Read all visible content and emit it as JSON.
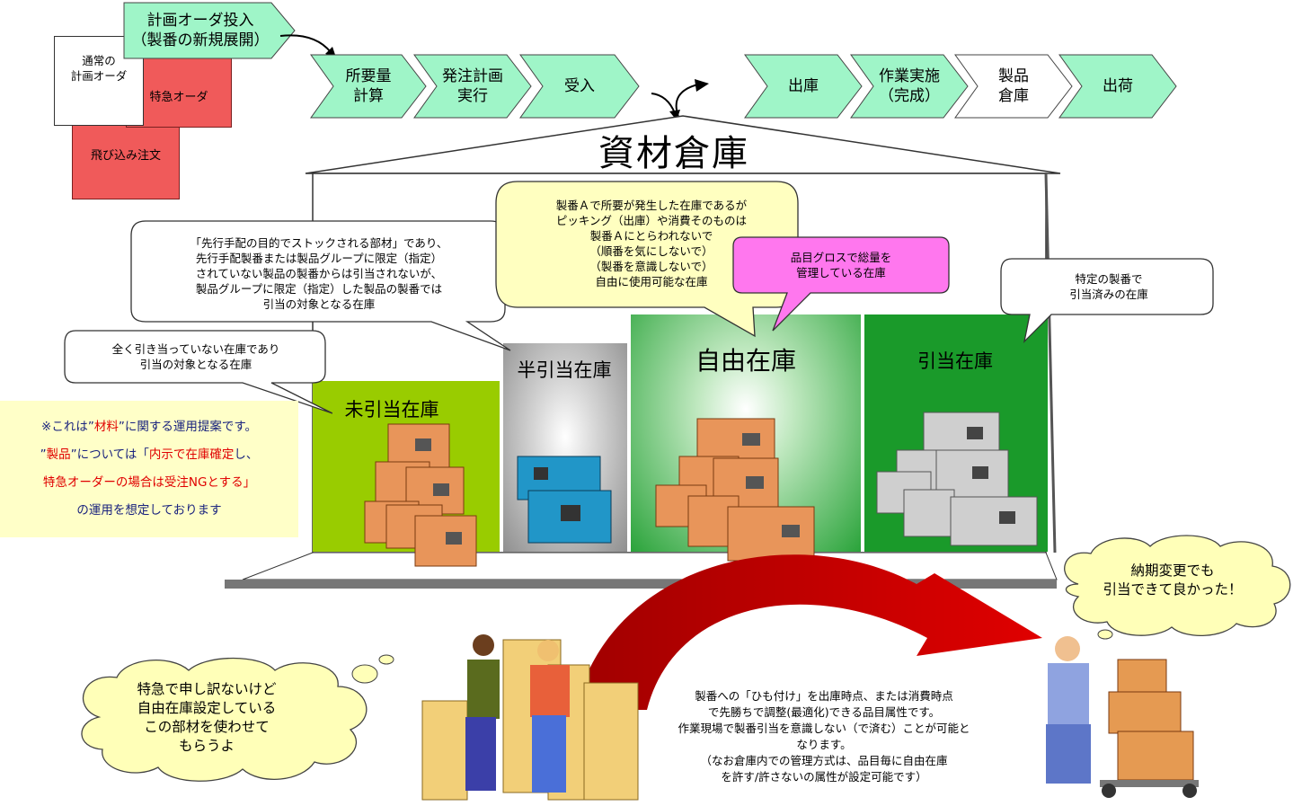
{
  "flow_top": {
    "plan_order": "計画オーダ投入\n（製番の新規展開）",
    "steps_left": [
      "所要量\n計算",
      "発注計画\n実行",
      "受入"
    ],
    "steps_right": [
      {
        "label": "出庫",
        "style": "green"
      },
      {
        "label": "作業実施\n（完成）",
        "style": "green"
      },
      {
        "label": "製品\n倉庫",
        "style": "white"
      },
      {
        "label": "出荷",
        "style": "green"
      }
    ]
  },
  "notes": {
    "normal_plan": "通常の\n計画オーダ",
    "urgent": "特急オーダ",
    "rush_order": "飛び込み注文"
  },
  "warehouse": {
    "title": "資材倉庫",
    "zones": {
      "unallocated": "未引当在庫",
      "semi_allocated": "半引当在庫",
      "free": "自由在庫",
      "allocated": "引当在庫"
    }
  },
  "callouts": {
    "semi": "「先行手配の目的でストックされる部材」であり、\n先行手配製番または製品グループに限定（指定）\nされていない製品の製番からは引当されないが、\n製品グループに限定（指定）した製品の製番では\n引当の対象となる在庫",
    "free_yellow": "製番Ａで所要が発生した在庫であるが\nピッキング（出庫）や消費そのものは\n製番Ａにとらわれないで\n（順番を気にしないで）\n（製番を意識しないで）\n自由に使用可能な在庫",
    "free_pink": "品目グロスで総量を\n管理している在庫",
    "allocated": "特定の製番で\n引当済みの在庫",
    "unallocated": "全く引き当っていない在庫であり\n引当の対象となる在庫"
  },
  "side_note": {
    "line1_a": "※これは”",
    "line1_b": "材料",
    "line1_c": "”に関する運用提案です。",
    "line2_a": "”",
    "line2_b": "製品",
    "line2_c": "”については「",
    "line2_d": "内示で在庫確定",
    "line2_e": "し、",
    "line3": "特急オーダーの場合は受注NGとする」",
    "line4": "の運用を想定しております"
  },
  "clouds": {
    "left": "特急で申し訳ないけど\n自由在庫設定している\nこの部材を使わせて\nもらうよ",
    "right": "納期変更でも\n引当できて良かった！"
  },
  "bottom_explanation": "製番への「ひも付け」を出庫時点、または消費時点\nで先勝ちで調整(最適化)できる品目属性です。\n作業現場で製番引当を意識しない（で済む）ことが可能と\nなります。\n（なお倉庫内での管理方式は、品目毎に自由在庫\nを許す/許さないの属性が設定可能です）",
  "colors": {
    "chevron_green": "#9ff5c8",
    "note_red": "#f05a5a",
    "zone_lime": "#99cc00",
    "zone_gray": "#a6a6a6",
    "zone_green": "#1a9a2a",
    "yellow_callout": "#ffffc0",
    "pink_callout": "#ff77ee",
    "side_note_bg": "#ffffc8",
    "arrow_red": "#c00000"
  }
}
